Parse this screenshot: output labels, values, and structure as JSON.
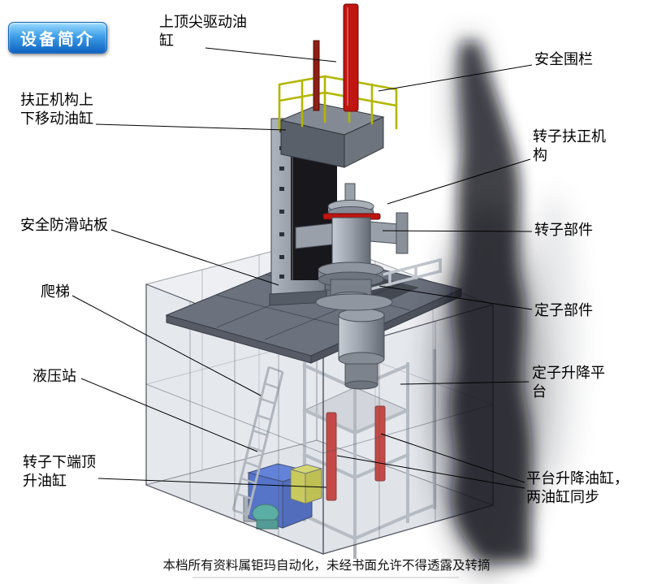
{
  "badge": {
    "label": "设备简介"
  },
  "labels": {
    "top_tip_drive_cylinder": "上顶尖驱动油缸",
    "safety_fence": "安全围栏",
    "centering_lift_cylinder": "扶正机构上下移动油缸",
    "rotor_centering_mechanism": "转子扶正机构",
    "anti_slip_platform": "安全防滑站板",
    "rotor_component": "转子部件",
    "ladder": "爬梯",
    "stator_component": "定子部件",
    "hydraulic_station": "液压站",
    "stator_lift_platform": "定子升降平台",
    "rotor_bottom_jack_cylinder": "转子下端顶升油缸",
    "platform_lift_cylinders": "平台升降油缸，两油缸同步"
  },
  "footer": {
    "text": "本档所有资料属钜玛自动化，未经书面允许不得透露及转摘"
  },
  "colors": {
    "badge_top": "#9bdcff",
    "badge_mid": "#3f9fe8",
    "badge_bottom": "#0e61c0",
    "badge_border": "#1565b8",
    "cylinder_red": "#c01510",
    "rod_red": "#8b2015",
    "railing_yellow": "#b3b600",
    "hydraulic_blue": "#2a50c0",
    "hydraulic_yellow": "#c6c62e",
    "pump_teal": "#2fa08e",
    "platform_gray": "#6b717d",
    "machine_gray": "#8d939c",
    "shadow_dark": "#0e0e14"
  }
}
